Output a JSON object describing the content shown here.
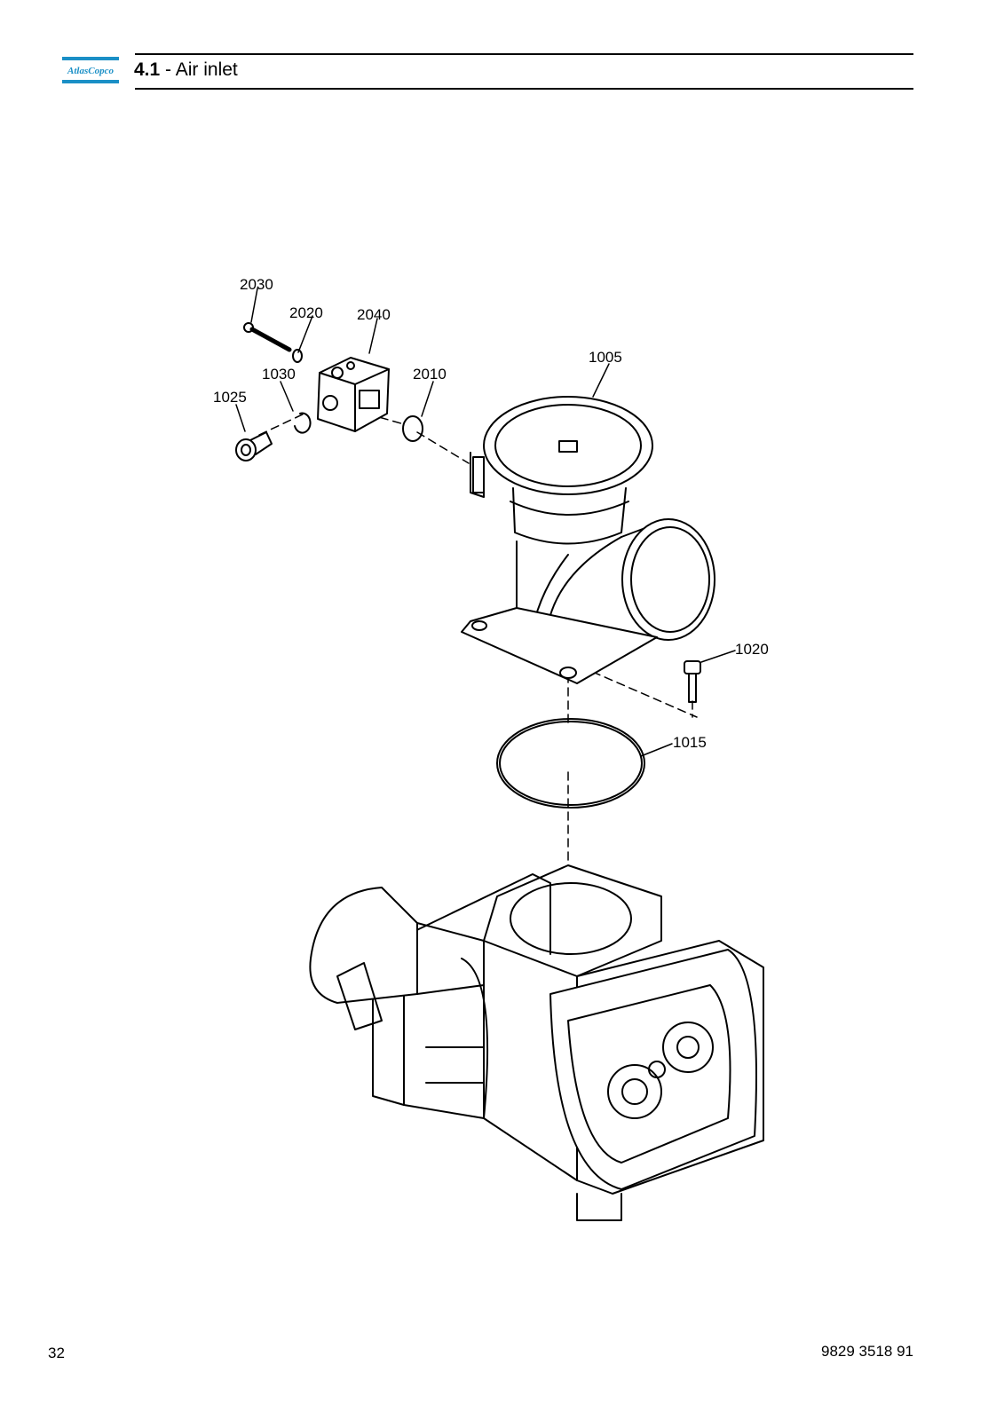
{
  "header": {
    "logo_text": "AtlasCopco",
    "section_number": "4.1",
    "section_separator": " - ",
    "section_title": "Air inlet",
    "brand_color": "#1a8fc6"
  },
  "callouts": {
    "c2030": "2030",
    "c2020": "2020",
    "c2040": "2040",
    "c1030": "1030",
    "c2010": "2010",
    "c1025": "1025",
    "c1005": "1005",
    "c1020": "1020",
    "c1015": "1015"
  },
  "footer": {
    "page_number": "32",
    "document_number": "9829 3518 91"
  }
}
